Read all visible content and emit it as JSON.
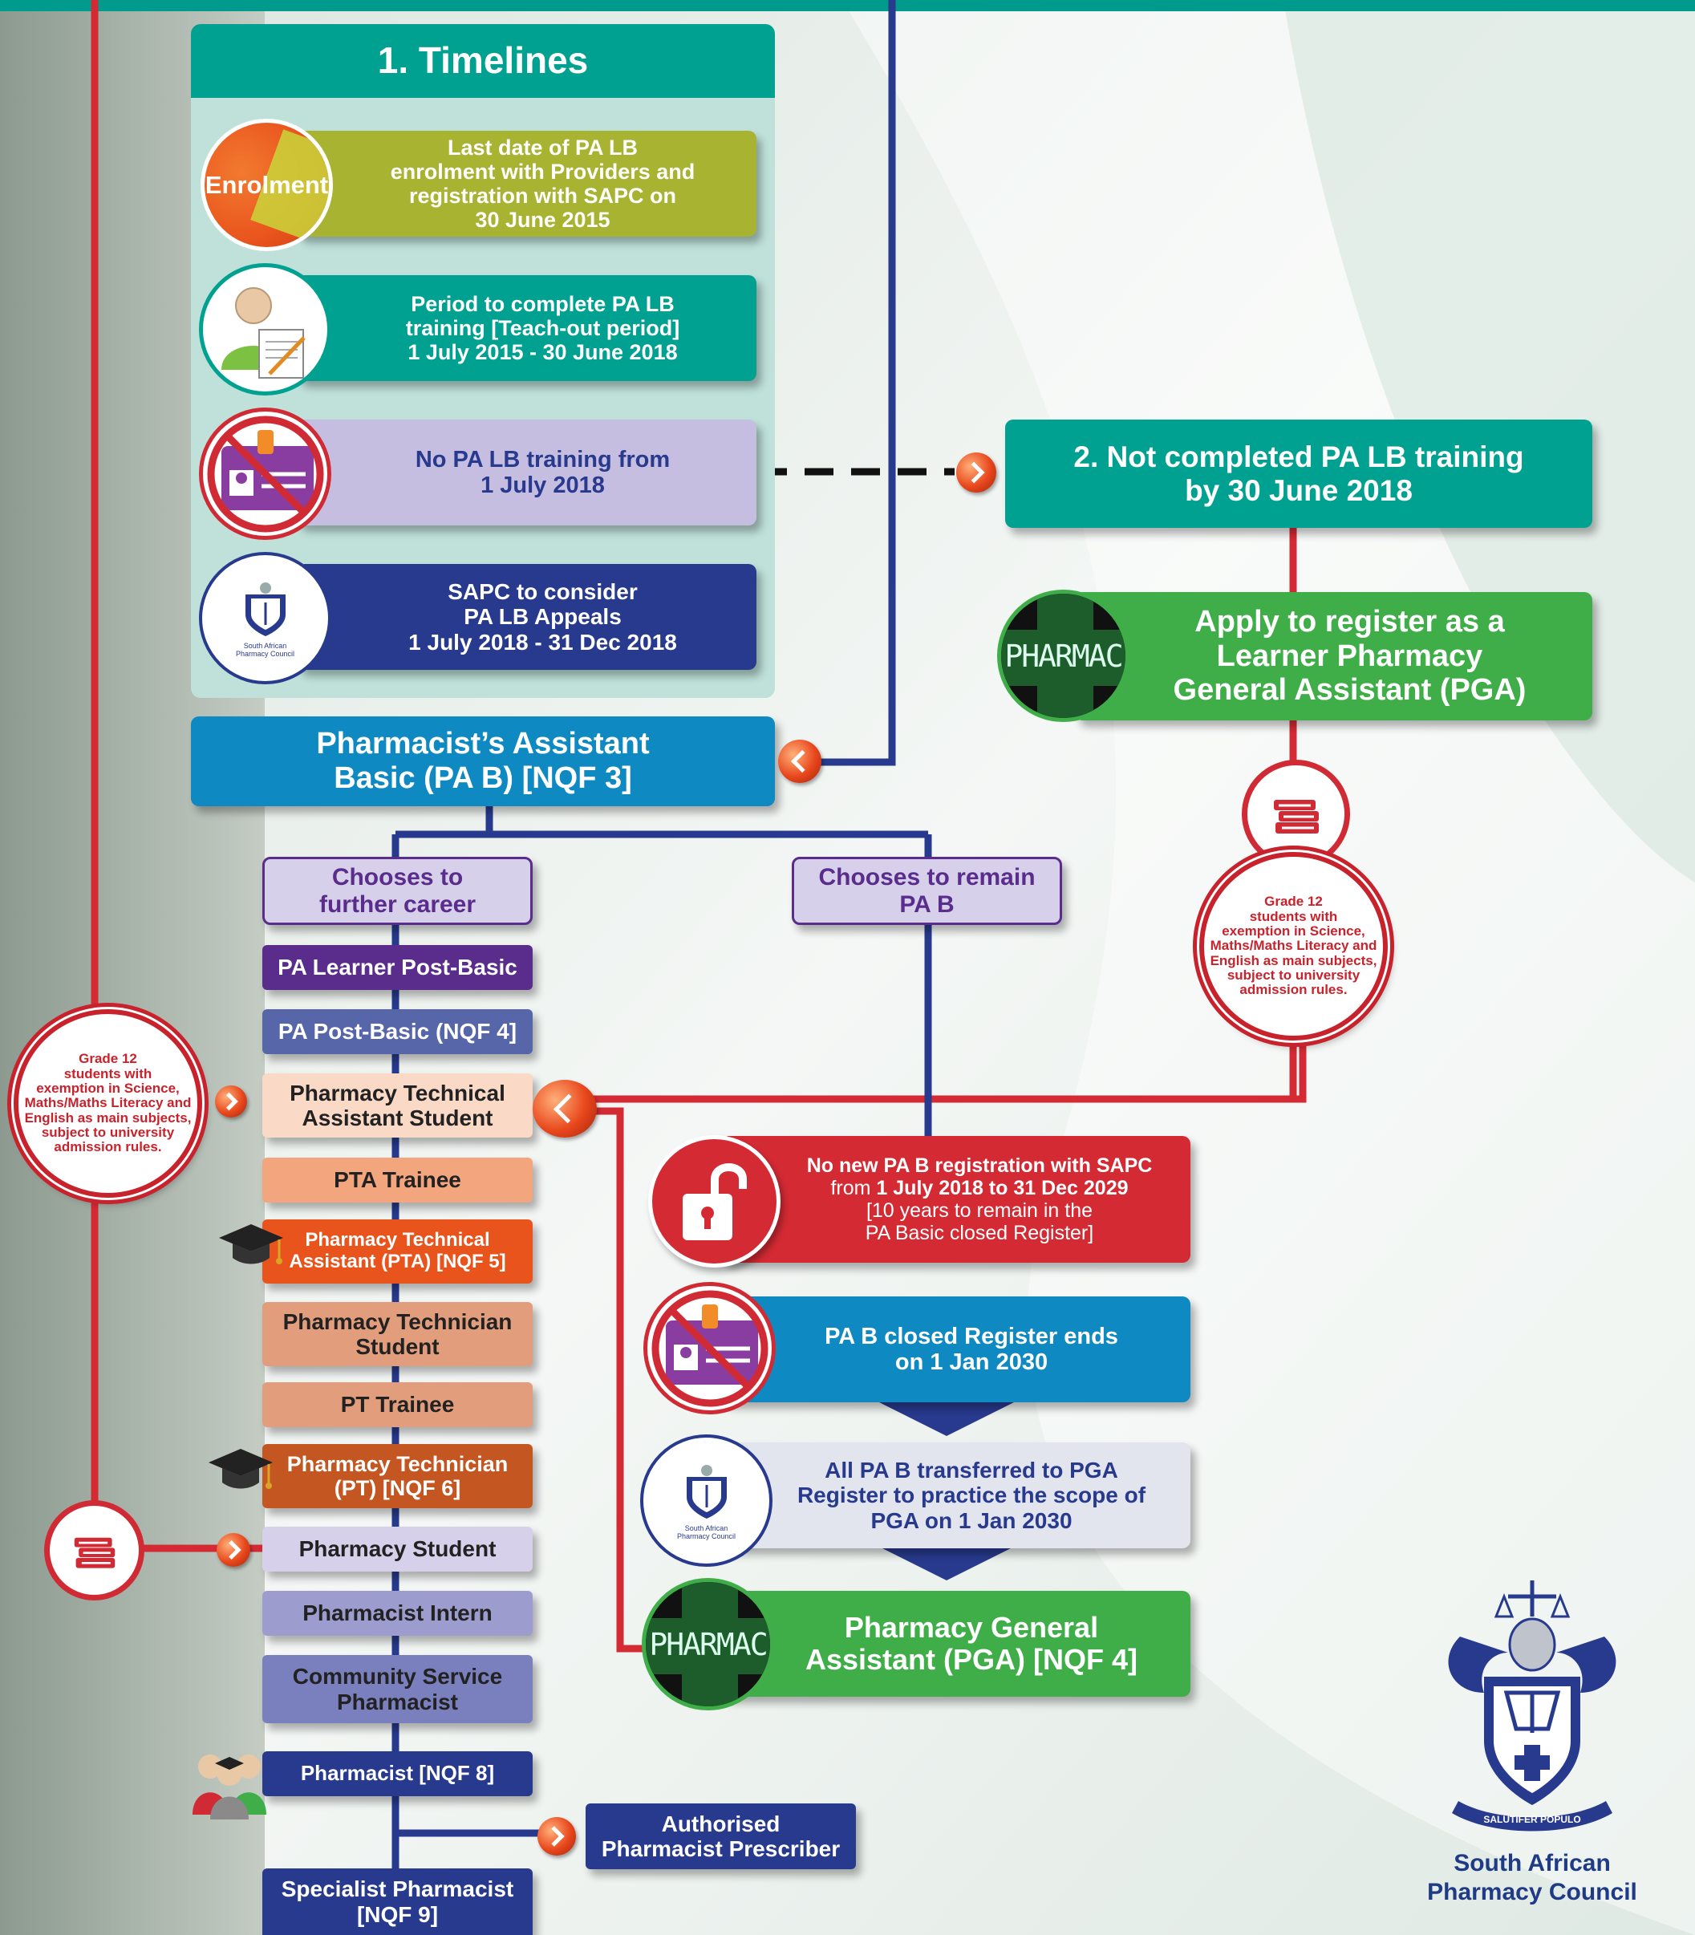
{
  "timelines": {
    "title": "1. Timelines",
    "enrolment": "Last date of PA LB\nenrolment with Providers and\nregistration with SAPC on\n30 June 2015",
    "enrolment_icon_text": "Enrolment",
    "period": "Period to complete PA LB\ntraining [Teach-out period]\n1 July 2015 - 30 June 2018",
    "no_training": "No PA LB training from\n1 July 2018",
    "appeals": "SAPC to consider\nPA LB Appeals\n1 July 2018 - 31 Dec 2018"
  },
  "not_completed": "2. Not completed PA LB training\nby 30 June 2018",
  "apply_pga": "Apply to register as  a\nLearner Pharmacy\nGeneral Assistant (PGA)",
  "pharmacy_sign_text": "PHARMAC",
  "pa_basic": "Pharmacist’s Assistant\nBasic (PA B) [NQF 3]",
  "choice_further": "Chooses to\nfurther career",
  "choice_remain": "Chooses to remain\nPA B",
  "career_path": [
    "PA Learner Post-Basic",
    "PA Post-Basic (NQF 4]",
    "Pharmacy Technical\nAssistant Student",
    "PTA Trainee",
    "Pharmacy Technical\nAssistant (PTA) [NQF 5]",
    "Pharmacy Technician\nStudent",
    "PT Trainee",
    "Pharmacy Technician\n(PT) [NQF 6]",
    "Pharmacy Student",
    "Pharmacist Intern",
    "Community Service\nPharmacist",
    "Pharmacist [NQF 8]",
    "Specialist Pharmacist\n[NQF 9]"
  ],
  "authorised_prescriber": "Authorised\nPharmacist Prescriber",
  "no_new_registration": {
    "line1": "No new PA B registration with SAPC",
    "line2_prefix": "from ",
    "line2_bold": "1 July 2018 to 31 Dec 2029",
    "line3": "[10 years to remain in the\nPA Basic closed Register]"
  },
  "closed_register_ends": "PA B closed Register ends\non 1 Jan 2030",
  "transferred": "All PA B transferred to PGA\nRegister to practice the scope of\nPGA on 1 Jan 2030",
  "pga_final": "Pharmacy General\nAssistant (PGA) [NQF 4]",
  "grade12_note": "Grade 12\nstudents with\nexemption in Science,\nMaths/Maths Literacy and\nEnglish as main subjects,\nsubject to university\nadmission rules.",
  "council_name": "South African\nPharmacy Council",
  "seal_small_text": "South African\nPharmacy Council",
  "motto": "SALUTIFER POPULO",
  "colors": {
    "teal": "#00a191",
    "olive": "#a8b331",
    "lavender": "#c5bee0",
    "navy": "#283a8e",
    "blue": "#0e89c1",
    "green": "#3fae48",
    "red": "#d42a34",
    "purple": "#5a2c8c",
    "peach": "#f3a67d",
    "orange": "#e9541d",
    "brown": "#c45721",
    "slate": "#5666a8"
  }
}
